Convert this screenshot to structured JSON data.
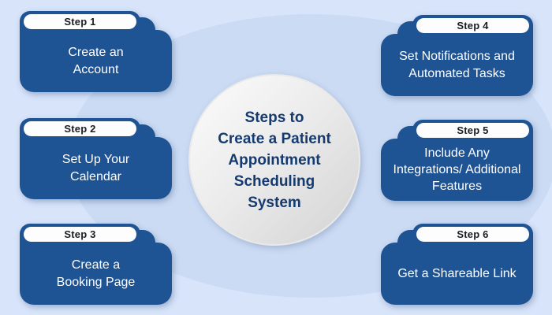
{
  "title": {
    "text": "Steps to\nCreate a Patient\nAppointment\nScheduling\nSystem"
  },
  "steps": [
    {
      "label": "Step 1",
      "text": "Create an\nAccount"
    },
    {
      "label": "Step 2",
      "text": "Set Up Your\nCalendar"
    },
    {
      "label": "Step 3",
      "text": "Create a\nBooking Page"
    },
    {
      "label": "Step 4",
      "text": "Set Notifications and\nAutomated Tasks"
    },
    {
      "label": "Step 5",
      "text": "Include Any\nIntegrations/ Additional\nFeatures"
    },
    {
      "label": "Step 6",
      "text": "Get a Shareable Link"
    }
  ],
  "colors": {
    "card_blue": "#1e5394",
    "background": "#d8e4fa",
    "blob": "#cbdbf4",
    "tab_pill": "#fdfdfe",
    "step_label_text": "#1a1d24",
    "card_text": "#ffffff",
    "circle_text": "#153a6f"
  }
}
